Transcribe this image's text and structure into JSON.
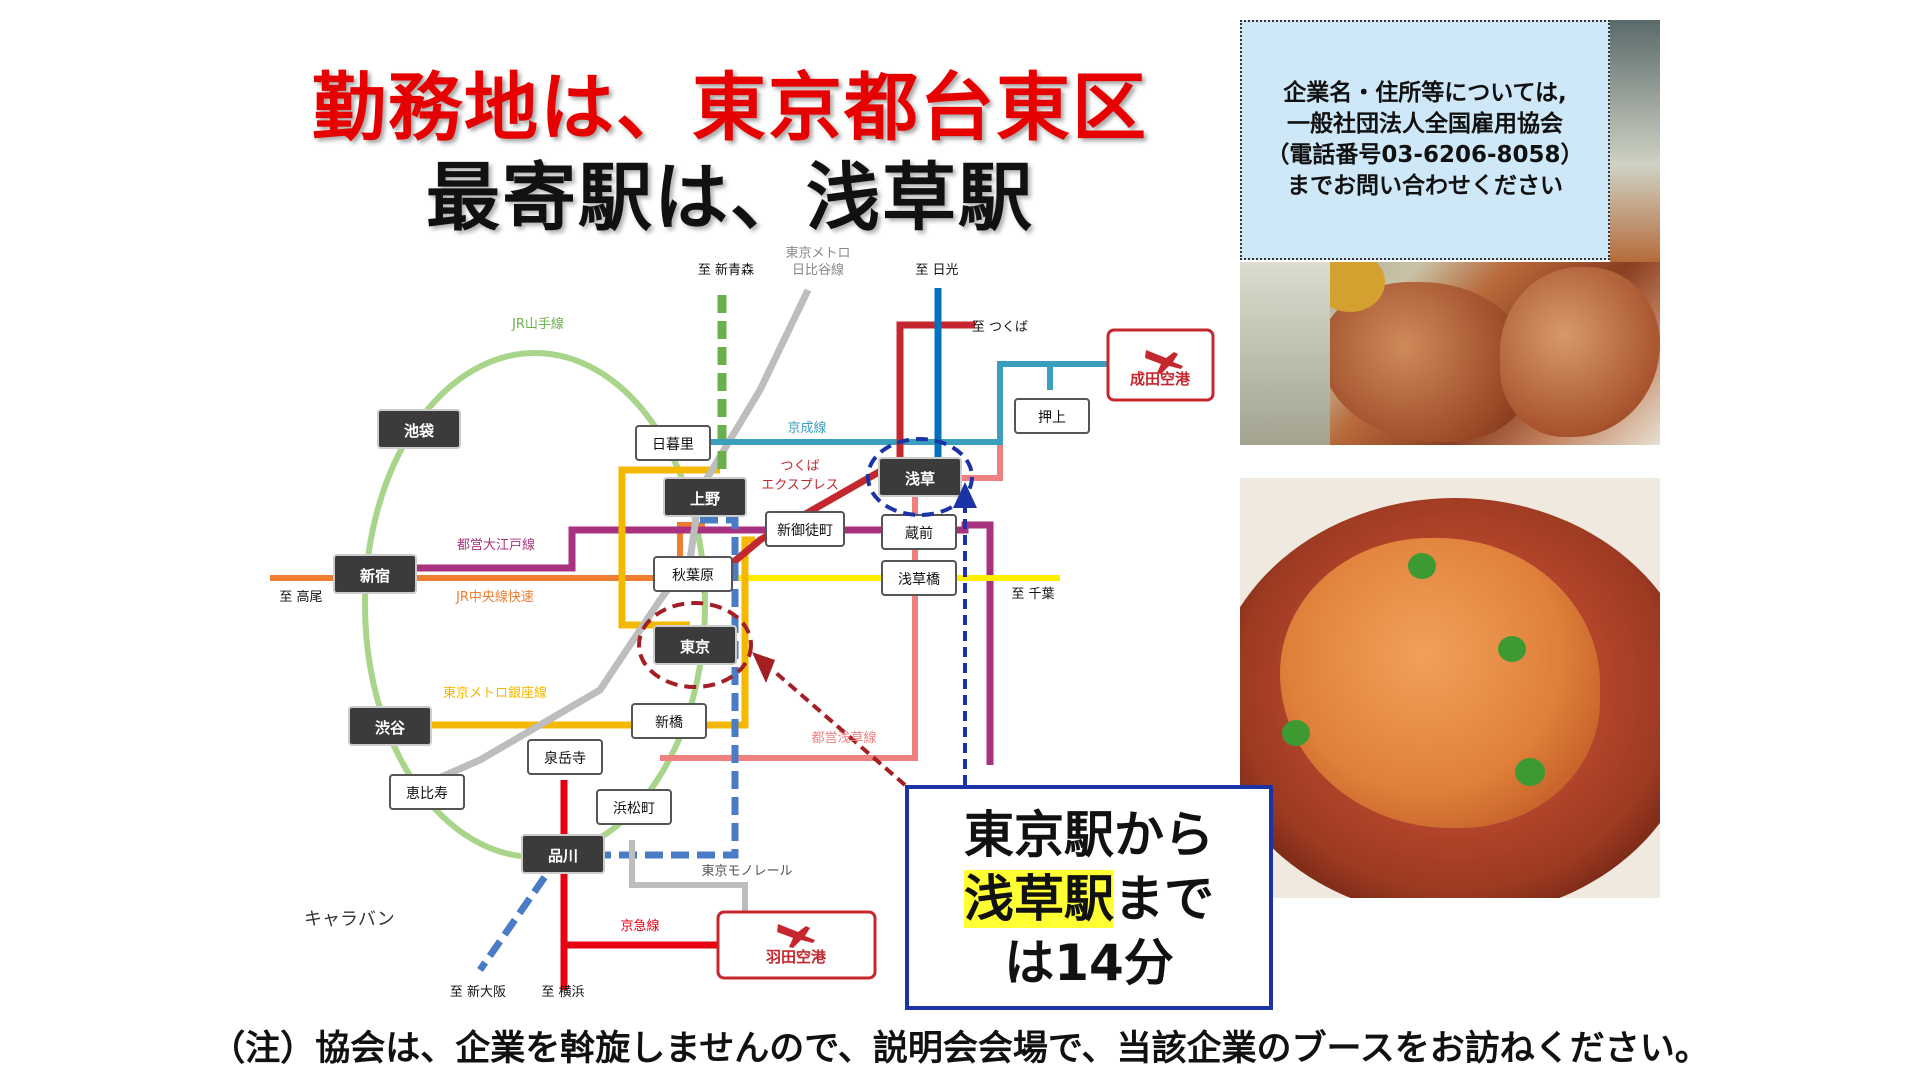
{
  "headline": {
    "line1": "勤務地は、東京都台東区",
    "line2": "最寄駅は、浅草駅"
  },
  "notice": {
    "lines": [
      "企業名・住所等については,",
      "一般社団法人全国雇用協会",
      "（電話番号03-6206-8058）",
      "までお問い合わせください"
    ]
  },
  "callout": {
    "line1": "東京駅から",
    "line2_highlight": "浅草駅",
    "line2_rest": "まで",
    "line3": "は14分"
  },
  "footnote": "（注）協会は、企業を斡旋しませんので、説明会会場で、当該企業のブースをお訪ねください。",
  "caption": "キャラバン",
  "map": {
    "stations": {
      "ikebukuro": "池袋",
      "shinjuku": "新宿",
      "shibuya": "渋谷",
      "ebisu": "恵比寿",
      "shinagawa": "品川",
      "sengakuji": "泉岳寺",
      "hamamatsucho": "浜松町",
      "shinbashi": "新橋",
      "tokyo": "東京",
      "akihabara": "秋葉原",
      "ueno": "上野",
      "nippori": "日暮里",
      "shinokachimachi": "新御徒町",
      "kuramae": "蔵前",
      "asakusabashi": "浅草橋",
      "asakusa": "浅草",
      "oshiage": "押上"
    },
    "airports": {
      "narita": "成田空港",
      "haneda": "羽田空港"
    },
    "lines": {
      "yamanote": "JR山手線",
      "keisei": "京成線",
      "tx1": "つくば",
      "tx2": "エクスプレス",
      "oedo": "都営大江戸線",
      "chuo": "JR中央線快速",
      "ginza": "東京メトロ銀座線",
      "asakusa_line": "都営浅草線",
      "monorail": "東京モノレール",
      "keikyu": "京急線",
      "hibiya1": "東京メトロ",
      "hibiya2": "日比谷線"
    },
    "destinations": {
      "shinaomori": "至 新青森",
      "nikko": "至 日光",
      "tsukuba": "至 つくば",
      "takao": "至 高尾",
      "chiba": "至 千葉",
      "shinosaka": "至 新大阪",
      "yokohama": "至 横浜"
    }
  },
  "colors": {
    "title_red": "#e60000",
    "yamanote": "#a8d58a",
    "keisei": "#3c9ebd",
    "tx": "#c4282e",
    "oedo": "#a8327f",
    "chuo": "#ee7d31",
    "ginza": "#f5b800",
    "asakusa_line": "#f08080",
    "hibiya": "#bdbdbd",
    "keikyu": "#e60012",
    "tobu": "#0072bc",
    "sobu": "#ffee00",
    "shinkansen": "#4a7bc5",
    "tohoku": "#6ab04c",
    "callout_border": "#1c33a6"
  },
  "icons": [
    "airplane-icon"
  ]
}
